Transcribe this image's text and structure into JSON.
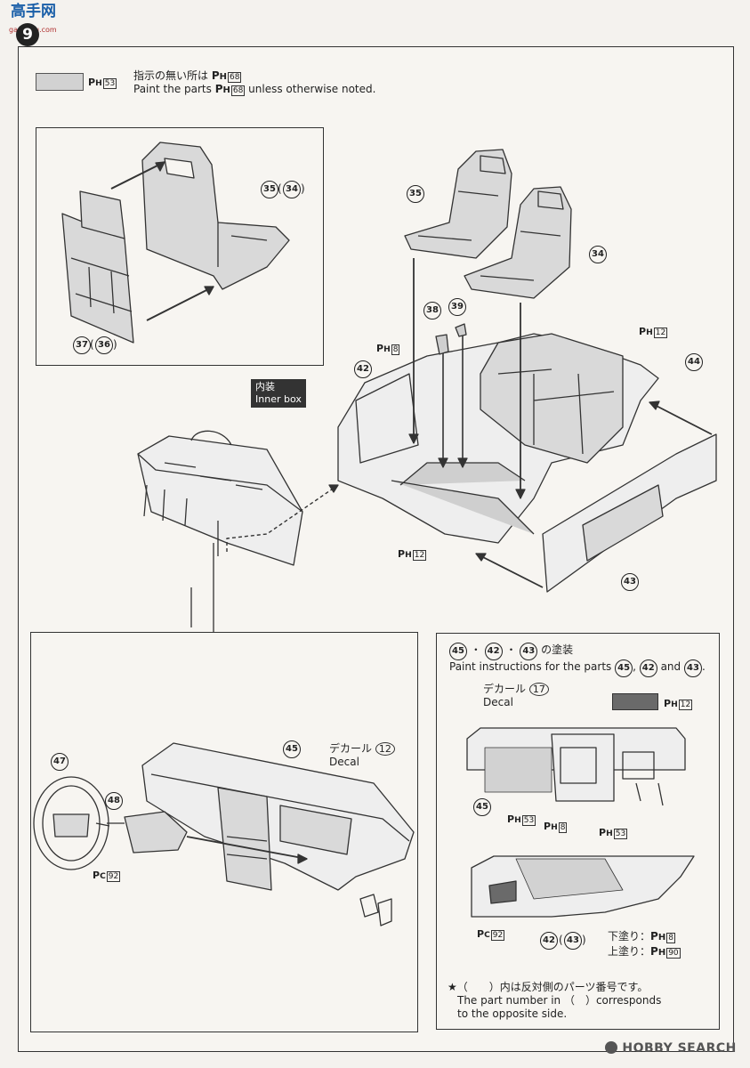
{
  "header": {
    "logo_text": "高手网",
    "logo_sub": "gaoshou.com",
    "page_number": "9"
  },
  "legend": {
    "ph_code": "53",
    "jp": "指示の無い所は",
    "jp_code": "68",
    "en_prefix": "Paint the parts",
    "en_code": "68",
    "en_suffix": "unless otherwise noted."
  },
  "inset_seat": {
    "part_main": "35",
    "part_alt": "34",
    "part_back": "37",
    "part_back_alt": "36"
  },
  "main_parts": {
    "seat_left": "35",
    "seat_right": "34",
    "part_38": "38",
    "part_39": "39",
    "part_42": "42",
    "part_44": "44",
    "part_43": "43",
    "ph8": "8",
    "ph12_top": "12",
    "ph12_bottom": "12"
  },
  "inner_box": {
    "jp": "内装",
    "en": "Inner box"
  },
  "dash_box": {
    "part_45": "45",
    "part_47": "47",
    "part_48": "48",
    "decal_jp": "デカール",
    "decal_en": "Decal",
    "decal_num": "12",
    "pc_code": "92"
  },
  "paint_box": {
    "title_parts": [
      "45",
      "42",
      "43"
    ],
    "title_jp_suffix": "の塗装",
    "title_en": "Paint instructions for the parts",
    "title_en_and": "and",
    "decal_jp": "デカール",
    "decal_en": "Decal",
    "decal_num": "17",
    "ph12": "12",
    "part_45": "45",
    "ph53_a": "53",
    "ph8": "8",
    "ph53_b": "53",
    "pc92": "92",
    "part_42": "42",
    "part_43": "43",
    "under_jp": "下塗り：",
    "under_code": "8",
    "over_jp": "上塗り：",
    "over_code": "90"
  },
  "footnote": {
    "jp": "★（　　）内は反対側のパーツ番号です。",
    "en1": "The part number in （　）corresponds",
    "en2": "to the opposite side."
  },
  "watermark": {
    "text": "HOBBY SEARCH"
  },
  "colors": {
    "light_gray": "#d2d2d2",
    "dark_gray": "#6a6a6a",
    "line": "#333333"
  }
}
